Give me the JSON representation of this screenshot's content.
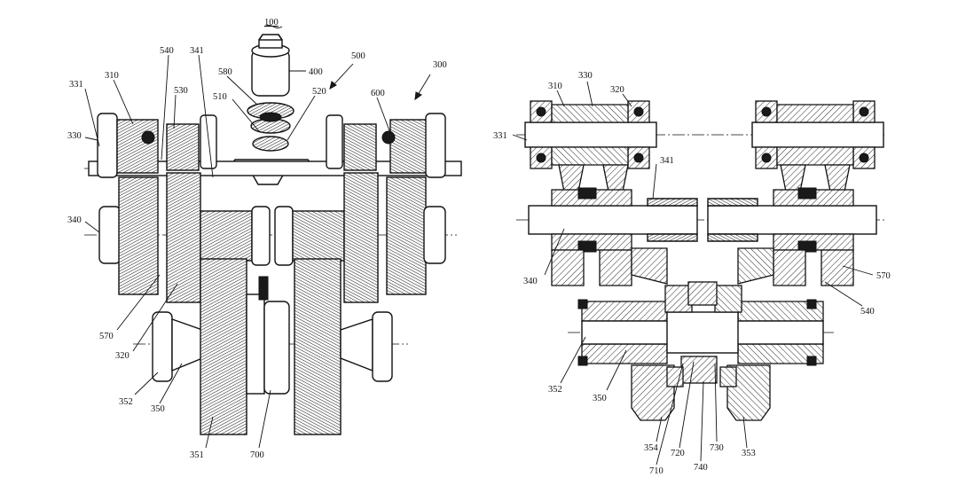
{
  "figure_left": {
    "title": "100",
    "callouts": [
      {
        "label": "331"
      },
      {
        "label": "310"
      },
      {
        "label": "540"
      },
      {
        "label": "341"
      },
      {
        "label": "530"
      },
      {
        "label": "580"
      },
      {
        "label": "400"
      },
      {
        "label": "500"
      },
      {
        "label": "300"
      },
      {
        "label": "510"
      },
      {
        "label": "520"
      },
      {
        "label": "600"
      },
      {
        "label": "330"
      },
      {
        "label": "340"
      },
      {
        "label": "570"
      },
      {
        "label": "320"
      },
      {
        "label": "352"
      },
      {
        "label": "350"
      },
      {
        "label": "351"
      },
      {
        "label": "700"
      }
    ]
  },
  "figure_right": {
    "callouts": [
      {
        "label": "310"
      },
      {
        "label": "330"
      },
      {
        "label": "320"
      },
      {
        "label": "331"
      },
      {
        "label": "341"
      },
      {
        "label": "340"
      },
      {
        "label": "570"
      },
      {
        "label": "540"
      },
      {
        "label": "352"
      },
      {
        "label": "350"
      },
      {
        "label": "354"
      },
      {
        "label": "720"
      },
      {
        "label": "730"
      },
      {
        "label": "353"
      },
      {
        "label": "710"
      },
      {
        "label": "740"
      }
    ]
  }
}
